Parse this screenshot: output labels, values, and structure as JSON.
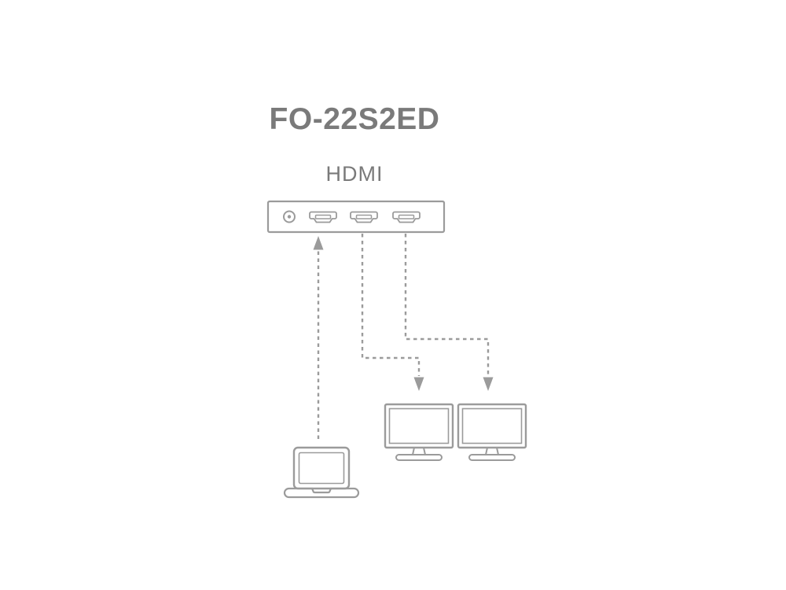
{
  "title": "FO-22S2ED",
  "port_group_label": "HDMI",
  "colors": {
    "text": "#7a7a7a",
    "line": "#9b9b9b",
    "background": "#ffffff"
  },
  "diagram": {
    "device_icons": [
      "power-port-icon",
      "hdmi-port-icon",
      "hdmi-port-icon",
      "hdmi-port-icon"
    ],
    "source_icon": "laptop-icon",
    "output_icons": [
      "monitor-icon",
      "monitor-icon"
    ],
    "connections": [
      {
        "from": "laptop",
        "to": "switch-port-1",
        "style": "dashed-arrow-up"
      },
      {
        "from": "switch-port-2",
        "to": "monitor-1",
        "style": "dashed-arrow-down"
      },
      {
        "from": "switch-port-3",
        "to": "monitor-2",
        "style": "dashed-arrow-down"
      }
    ]
  }
}
